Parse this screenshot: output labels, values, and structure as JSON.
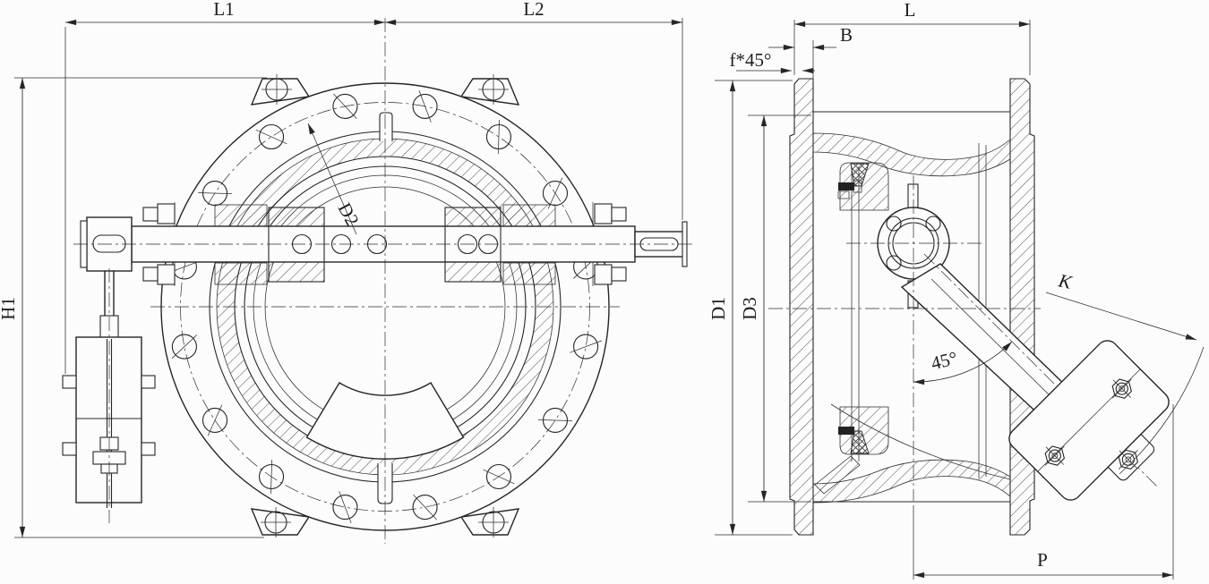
{
  "drawing": {
    "type": "engineering-dimension-drawing",
    "subject": "flanged tilting-disc check valve with counterweight lever, front view and side section view",
    "dimensions": {
      "l1": "L1",
      "l2": "L2",
      "h1": "H1",
      "d2": "D2",
      "l": "L",
      "b": "B",
      "f45": "f*45°",
      "d1": "D1",
      "d3": "D3",
      "angle45": "45°",
      "k": "K",
      "p": "P"
    },
    "colors": {
      "line": "#262626",
      "background": "#fcfcfc"
    }
  }
}
